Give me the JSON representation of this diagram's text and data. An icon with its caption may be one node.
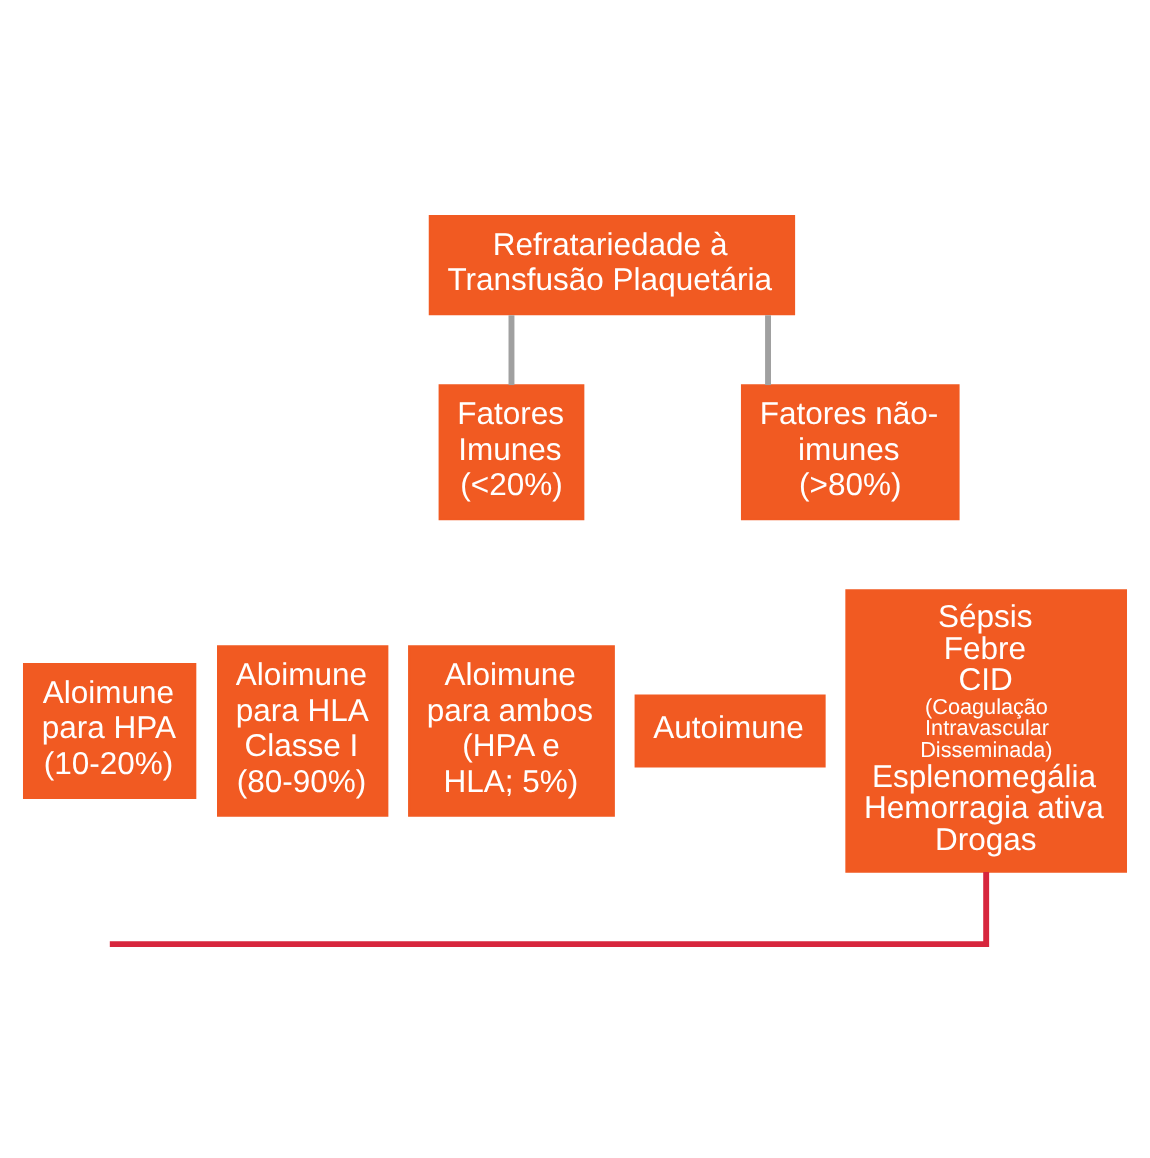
{
  "diagram": {
    "nodes": [
      {
        "text": [
          "Refratariedade à Transfusão Plaquetária"
        ]
      },
      {
        "text": [
          "Fatores Imunes (<20%)"
        ]
      },
      {
        "text": [
          "Fatores não-imunes (>80%)"
        ]
      },
      {
        "text": [
          "Aloimune para HPA (10-20%)"
        ]
      },
      {
        "text": [
          "Aloimune para HLA Classe I (80-90%)"
        ]
      },
      {
        "text": [
          "Aloimune para ambos (HPA e HLA; 5%)"
        ]
      },
      {
        "text": [
          "Autoimune"
        ]
      },
      {
        "text": [
          "Sépsis",
          "Febre",
          "CID",
          "(Coagulação Intravascular Disseminada)",
          "Esplenomegália",
          "Hemorragia ativa",
          "Drogas"
        ]
      }
    ],
    "edges": [
      {
        "from": 0,
        "to": 1,
        "arrow": "none"
      },
      {
        "from": 0,
        "to": 2,
        "arrow": "none"
      },
      {
        "from": null,
        "to": 7,
        "arrow": "none",
        "color": "#d7263d"
      }
    ]
  }
}
